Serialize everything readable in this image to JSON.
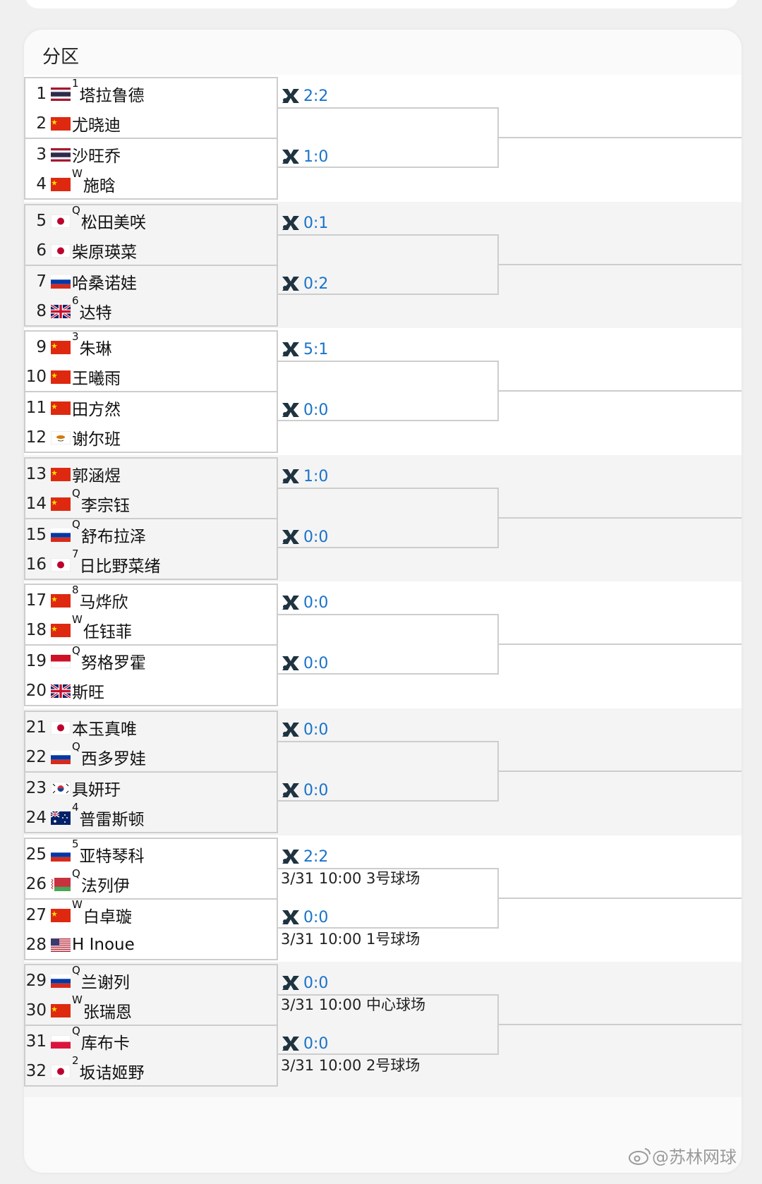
{
  "section": {
    "title": "分区"
  },
  "players": [
    {
      "seed_num": "1",
      "flag": "thailand",
      "mark": "1",
      "name": "塔拉鲁德"
    },
    {
      "seed_num": "2",
      "flag": "china",
      "mark": "",
      "name": "尤晓迪"
    },
    {
      "seed_num": "3",
      "flag": "thailand",
      "mark": "",
      "name": "沙旺乔"
    },
    {
      "seed_num": "4",
      "flag": "china",
      "mark": "W",
      "name": "施晗"
    },
    {
      "seed_num": "5",
      "flag": "japan",
      "mark": "Q",
      "name": "松田美咲"
    },
    {
      "seed_num": "6",
      "flag": "japan",
      "mark": "",
      "name": "柴原瑛菜"
    },
    {
      "seed_num": "7",
      "flag": "russia",
      "mark": "",
      "name": "哈桑诺娃"
    },
    {
      "seed_num": "8",
      "flag": "uk",
      "mark": "6",
      "name": "达特"
    },
    {
      "seed_num": "9",
      "flag": "china",
      "mark": "3",
      "name": "朱琳"
    },
    {
      "seed_num": "10",
      "flag": "china",
      "mark": "",
      "name": "王曦雨"
    },
    {
      "seed_num": "11",
      "flag": "china",
      "mark": "",
      "name": "田方然"
    },
    {
      "seed_num": "12",
      "flag": "cyprus",
      "mark": "",
      "name": "谢尔班"
    },
    {
      "seed_num": "13",
      "flag": "china",
      "mark": "",
      "name": "郭涵煜"
    },
    {
      "seed_num": "14",
      "flag": "china",
      "mark": "Q",
      "name": "李宗钰"
    },
    {
      "seed_num": "15",
      "flag": "russia",
      "mark": "Q",
      "name": "舒布拉泽"
    },
    {
      "seed_num": "16",
      "flag": "japan",
      "mark": "7",
      "name": "日比野菜绪"
    },
    {
      "seed_num": "17",
      "flag": "china",
      "mark": "8",
      "name": "马烨欣"
    },
    {
      "seed_num": "18",
      "flag": "china",
      "mark": "W",
      "name": "任钰菲"
    },
    {
      "seed_num": "19",
      "flag": "indonesia",
      "mark": "Q",
      "name": "努格罗霍"
    },
    {
      "seed_num": "20",
      "flag": "uk",
      "mark": "",
      "name": "斯旺"
    },
    {
      "seed_num": "21",
      "flag": "japan",
      "mark": "",
      "name": "本玉真唯"
    },
    {
      "seed_num": "22",
      "flag": "russia",
      "mark": "Q",
      "name": "西多罗娃"
    },
    {
      "seed_num": "23",
      "flag": "korea",
      "mark": "",
      "name": "具妍玗"
    },
    {
      "seed_num": "24",
      "flag": "australia",
      "mark": "4",
      "name": "普雷斯顿"
    },
    {
      "seed_num": "25",
      "flag": "russia",
      "mark": "5",
      "name": "亚特琴科"
    },
    {
      "seed_num": "26",
      "flag": "belarus",
      "mark": "Q",
      "name": "法列伊"
    },
    {
      "seed_num": "27",
      "flag": "china",
      "mark": "W",
      "name": "白卓璇"
    },
    {
      "seed_num": "28",
      "flag": "usa",
      "mark": "",
      "name": "H Inoue"
    },
    {
      "seed_num": "29",
      "flag": "russia",
      "mark": "Q",
      "name": "兰谢列"
    },
    {
      "seed_num": "30",
      "flag": "china",
      "mark": "W",
      "name": "张瑞恩"
    },
    {
      "seed_num": "31",
      "flag": "poland",
      "mark": "Q",
      "name": "库布卡"
    },
    {
      "seed_num": "32",
      "flag": "japan",
      "mark": "2",
      "name": "坂诘姬野"
    }
  ],
  "matches": [
    {
      "score": "2:2",
      "schedule": ""
    },
    {
      "score": "1:0",
      "schedule": ""
    },
    {
      "score": "0:1",
      "schedule": ""
    },
    {
      "score": "0:2",
      "schedule": ""
    },
    {
      "score": "5:1",
      "schedule": ""
    },
    {
      "score": "0:0",
      "schedule": ""
    },
    {
      "score": "1:0",
      "schedule": ""
    },
    {
      "score": "0:0",
      "schedule": ""
    },
    {
      "score": "0:0",
      "schedule": ""
    },
    {
      "score": "0:0",
      "schedule": ""
    },
    {
      "score": "0:0",
      "schedule": ""
    },
    {
      "score": "0:0",
      "schedule": ""
    },
    {
      "score": "2:2",
      "schedule": "3/31 10:00 3号球场"
    },
    {
      "score": "0:0",
      "schedule": "3/31 10:00 1号球场"
    },
    {
      "score": "0:0",
      "schedule": "3/31 10:00 中心球场"
    },
    {
      "score": "0:0",
      "schedule": "3/31 10:00 2号球场"
    }
  ],
  "watermark": "@苏林网球",
  "colors": {
    "score": "#1a73c8",
    "line": "#cdcdcd"
  }
}
